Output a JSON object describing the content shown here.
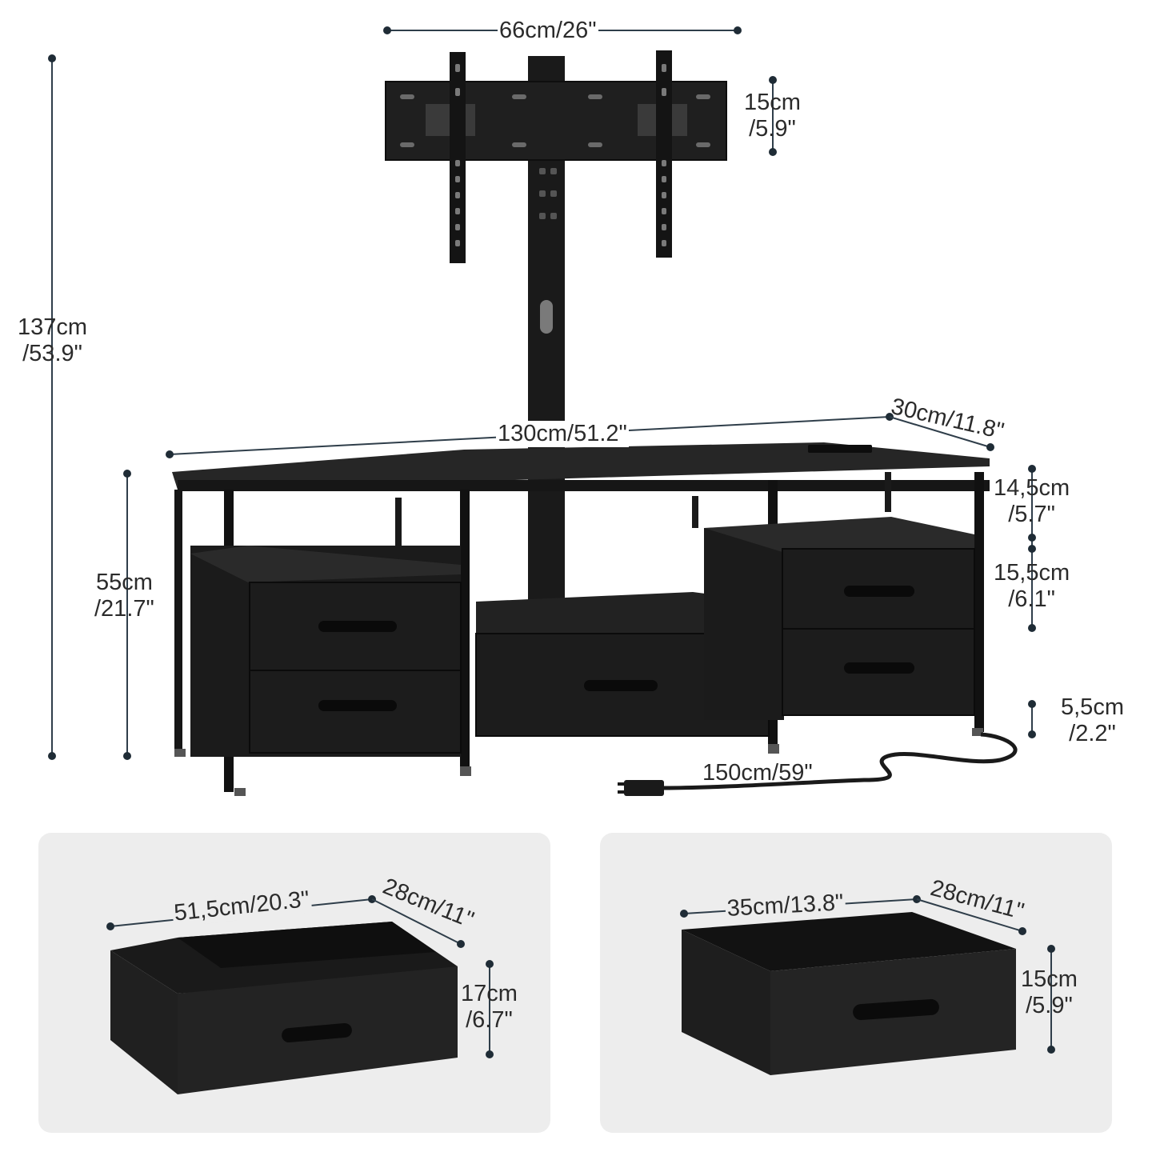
{
  "colors": {
    "background": "#ffffff",
    "panel": "#ededed",
    "furniture": "#1a1a1a",
    "dimension_line": "#2f3e4a"
  },
  "tv_mount": {
    "width_label": "66cm/26\"",
    "plate_height_cm": "15cm",
    "plate_height_in": "/5.9\""
  },
  "overall": {
    "height_cm": "137cm",
    "height_in": "/53.9\""
  },
  "cabinet": {
    "width_label": "130cm/51.2\"",
    "depth_label": "30cm/11.8\"",
    "height_cm": "55cm",
    "height_in": "/21.7\"",
    "top_shelf_cm": "14,5cm",
    "top_shelf_in": "/5.7\"",
    "drawer_zone_cm": "15,5cm",
    "drawer_zone_in": "/6.1\"",
    "leg_height_cm": "5,5cm",
    "leg_height_in": "/2.2\"",
    "cord_length_label": "150cm/59\""
  },
  "large_drawer": {
    "width_label": "51,5cm/20.3\"",
    "depth_label": "28cm/11\"",
    "height_cm": "17cm",
    "height_in": "/6.7\""
  },
  "small_drawer": {
    "width_label": "35cm/13.8\"",
    "depth_label": "28cm/11\"",
    "height_cm": "15cm",
    "height_in": "/5.9\""
  }
}
